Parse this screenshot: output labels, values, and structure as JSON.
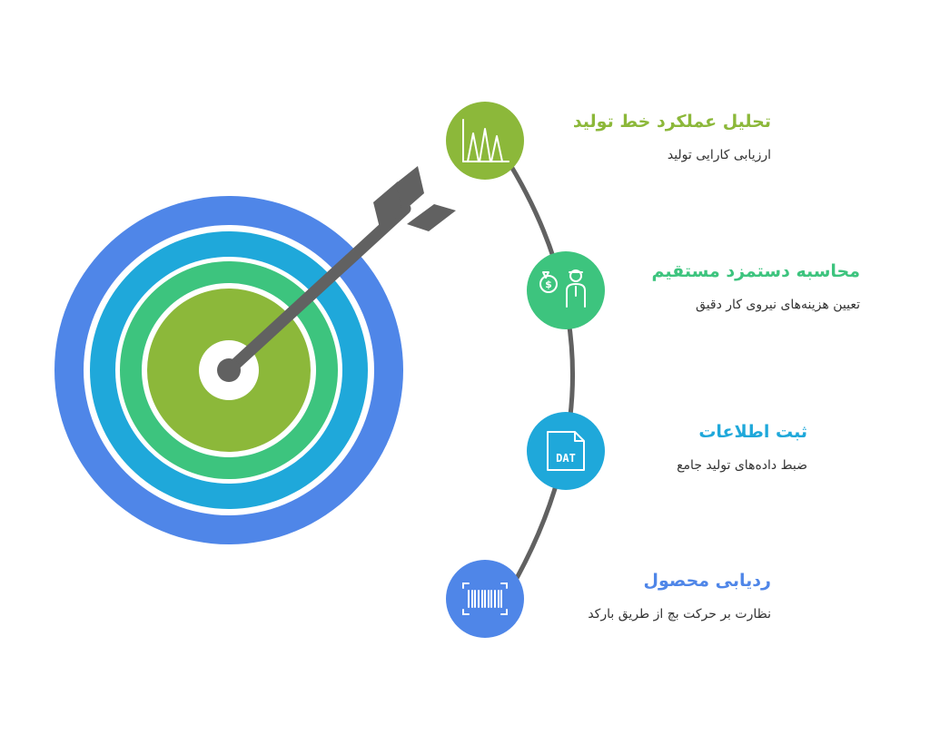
{
  "colors": {
    "green": "#8CB83A",
    "teal": "#3DC47E",
    "cyan": "#1FA8DA",
    "blue": "#4F86E8",
    "gray": "#616161",
    "ring_gap": "#ffffff"
  },
  "items": [
    {
      "title": "تحلیل عملکرد خط تولید",
      "desc": "ارزیابی کارایی تولید",
      "icon": "chart-icon",
      "color": "#8CB83A"
    },
    {
      "title": "محاسبه دستمزد مستقیم",
      "desc": "تعیین هزینه‌های نیروی کار دقیق",
      "icon": "money-worker-icon",
      "color": "#3DC47E"
    },
    {
      "title": "ثبت اطلاعات",
      "desc": "ضبط داده‌های تولید جامع",
      "icon": "dat-file-icon",
      "icon_text": "DAT",
      "color": "#1FA8DA"
    },
    {
      "title": "ردیابی محصول",
      "desc": "نظارت بر حرکت بچ از طریق بارکد",
      "icon": "barcode-icon",
      "color": "#4F86E8"
    }
  ]
}
